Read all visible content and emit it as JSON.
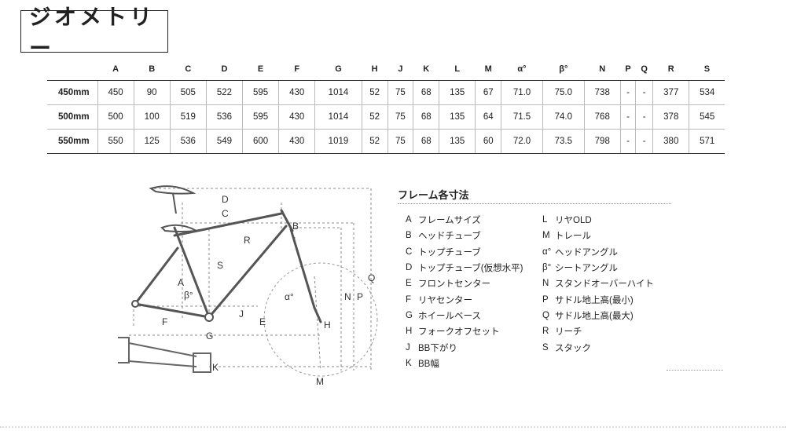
{
  "title": "ジオメトリー",
  "table": {
    "headers": [
      "",
      "A",
      "B",
      "C",
      "D",
      "E",
      "F",
      "G",
      "H",
      "J",
      "K",
      "L",
      "M",
      "α°",
      "β°",
      "N",
      "P",
      "Q",
      "R",
      "S"
    ],
    "rows": [
      [
        "450mm",
        "450",
        "90",
        "505",
        "522",
        "595",
        "430",
        "1014",
        "52",
        "75",
        "68",
        "135",
        "67",
        "71.0",
        "75.0",
        "738",
        "-",
        "-",
        "377",
        "534"
      ],
      [
        "500mm",
        "500",
        "100",
        "519",
        "536",
        "595",
        "430",
        "1014",
        "52",
        "75",
        "68",
        "135",
        "64",
        "71.5",
        "74.0",
        "768",
        "-",
        "-",
        "378",
        "545"
      ],
      [
        "550mm",
        "550",
        "125",
        "536",
        "549",
        "600",
        "430",
        "1019",
        "52",
        "75",
        "68",
        "135",
        "60",
        "72.0",
        "73.5",
        "798",
        "-",
        "-",
        "380",
        "571"
      ]
    ]
  },
  "diagram": {
    "labels": {
      "A": "A",
      "B": "B",
      "C": "C",
      "D": "D",
      "E": "E",
      "F": "F",
      "G": "G",
      "H": "H",
      "J": "J",
      "K": "K",
      "M": "M",
      "N": "N",
      "P": "P",
      "Q": "Q",
      "R": "R",
      "S": "S",
      "alpha": "α°",
      "beta": "β°"
    }
  },
  "legend": {
    "title": "フレーム各寸法",
    "left": [
      {
        "key": "A",
        "text": "フレームサイズ"
      },
      {
        "key": "B",
        "text": "ヘッドチューブ"
      },
      {
        "key": "C",
        "text": "トップチューブ"
      },
      {
        "key": "D",
        "text": "トップチューブ(仮想水平)"
      },
      {
        "key": "E",
        "text": "フロントセンター"
      },
      {
        "key": "F",
        "text": "リヤセンター"
      },
      {
        "key": "G",
        "text": "ホイールベース"
      },
      {
        "key": "H",
        "text": "フォークオフセット"
      },
      {
        "key": "J",
        "text": "BB下がり"
      },
      {
        "key": "K",
        "text": "BB幅"
      }
    ],
    "right": [
      {
        "key": "L",
        "text": "リヤOLD"
      },
      {
        "key": "M",
        "text": "トレール"
      },
      {
        "key": "α°",
        "text": "ヘッドアングル"
      },
      {
        "key": "β°",
        "text": "シートアングル"
      },
      {
        "key": "N",
        "text": "スタンドオーバーハイト"
      },
      {
        "key": "P",
        "text": "サドル地上高(最小)"
      },
      {
        "key": "Q",
        "text": "サドル地上高(最大)"
      },
      {
        "key": "R",
        "text": "リーチ"
      },
      {
        "key": "S",
        "text": "スタック"
      }
    ]
  }
}
